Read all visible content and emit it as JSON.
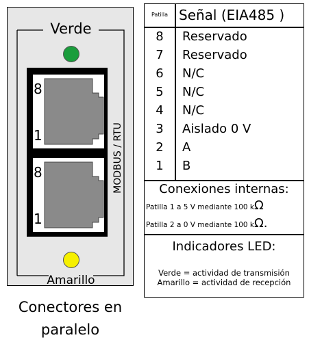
{
  "module": {
    "top_label": "Verde",
    "bottom_label": "Amarillo",
    "vertical_label": "MODBUS / RTU",
    "top_port": {
      "pin_high": "8",
      "pin_low": "1"
    },
    "bottom_port": {
      "pin_high": "8",
      "pin_low": "1"
    },
    "led_colors": {
      "green": "#1a9d3c",
      "yellow": "#f6f000"
    },
    "caption": [
      "Conectores en",
      "paralelo"
    ]
  },
  "pinout_table": {
    "header": {
      "pin_column": "Patilla",
      "signal_column": "Señal (EIA485 )"
    },
    "rows": [
      {
        "pin": "8",
        "signal": "Reservado"
      },
      {
        "pin": "7",
        "signal": "Reservado"
      },
      {
        "pin": "6",
        "signal": "N/C"
      },
      {
        "pin": "5",
        "signal": "N/C"
      },
      {
        "pin": "4",
        "signal": "N/C"
      },
      {
        "pin": "3",
        "signal": "Aislado 0 V"
      },
      {
        "pin": "2",
        "signal": "A"
      },
      {
        "pin": "1",
        "signal": "B"
      }
    ],
    "internal_connections": {
      "heading": "Conexiones internas:",
      "notes": [
        {
          "text": "Patilla 1 a 5 V mediante 100 k",
          "symbol": "Ω"
        },
        {
          "text": "Patilla 2 a 0 V mediante 100 k",
          "symbol": "Ω."
        }
      ]
    },
    "led_indicators": {
      "heading": "Indicadores LED:",
      "notes": [
        "Verde = actividad de transmisión",
        "Amarillo = actividad de recepción"
      ]
    }
  }
}
